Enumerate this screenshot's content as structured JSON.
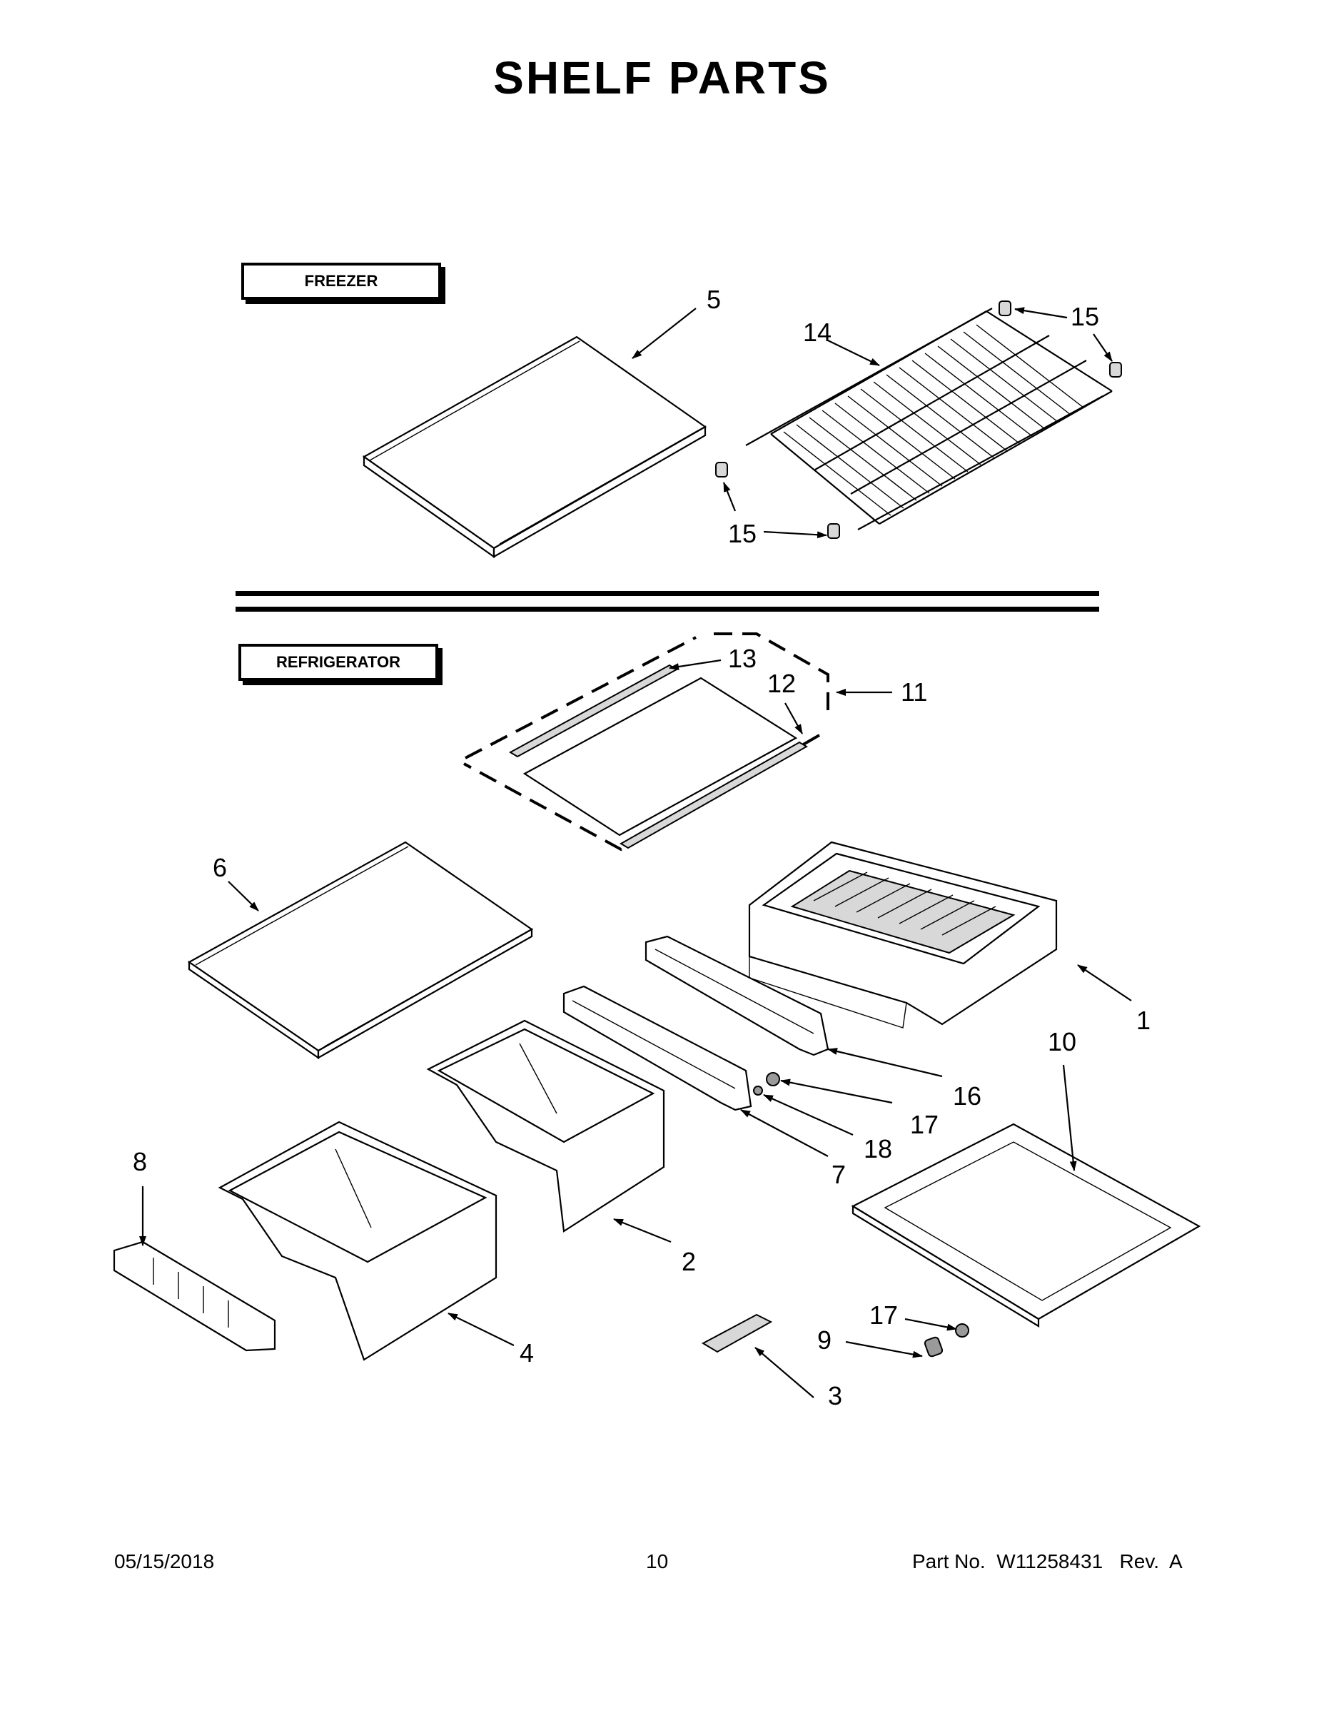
{
  "page": {
    "title": "SHELF PARTS",
    "sections": {
      "freezer": "FREEZER",
      "refrigerator": "REFRIGERATOR"
    }
  },
  "callouts": {
    "c1": "1",
    "c2": "2",
    "c3": "3",
    "c4": "4",
    "c5": "5",
    "c6": "6",
    "c7": "7",
    "c8": "8",
    "c9": "9",
    "c10": "10",
    "c11": "11",
    "c12": "12",
    "c13": "13",
    "c14": "14",
    "c15a": "15",
    "c15b": "15",
    "c16": "16",
    "c17a": "17",
    "c17b": "17",
    "c18": "18"
  },
  "footer": {
    "date": "05/15/2018",
    "page_number": "10",
    "part_number": "Part No.  W11258431   Rev.  A"
  }
}
